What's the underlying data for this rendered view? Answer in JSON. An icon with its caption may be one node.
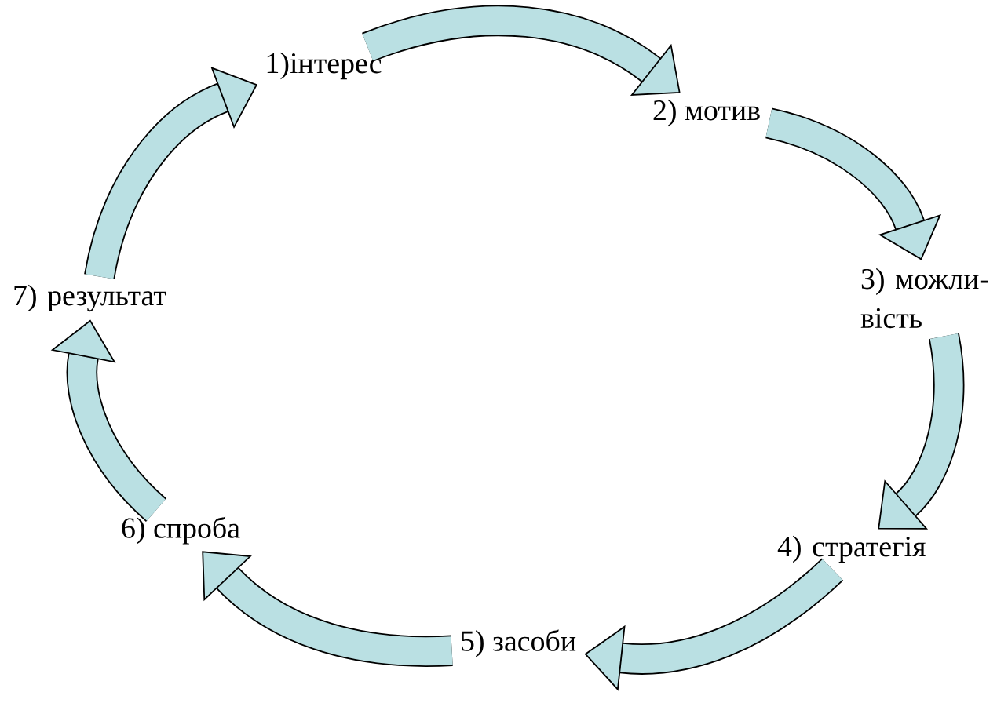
{
  "diagram": {
    "nodes": [
      {
        "text": [
          "1)інтерес"
        ]
      },
      {
        "text": [
          "2) мотив"
        ]
      },
      {
        "text": [
          "3) можли-вість"
        ]
      },
      {
        "text": [
          "4) стратегія"
        ]
      },
      {
        "text": [
          "5) засоби"
        ]
      },
      {
        "text": [
          "6) спроба"
        ]
      },
      {
        "text": [
          "7) результат"
        ]
      }
    ],
    "edges": [
      {
        "from": 0,
        "to": 1,
        "arrow": "to"
      },
      {
        "from": 1,
        "to": 2,
        "arrow": "to"
      },
      {
        "from": 2,
        "to": 3,
        "arrow": "to"
      },
      {
        "from": 3,
        "to": 4,
        "arrow": "to"
      },
      {
        "from": 4,
        "to": 5,
        "arrow": "to"
      },
      {
        "from": 5,
        "to": 6,
        "arrow": "to"
      },
      {
        "from": 6,
        "to": 0,
        "arrow": "to"
      }
    ]
  }
}
